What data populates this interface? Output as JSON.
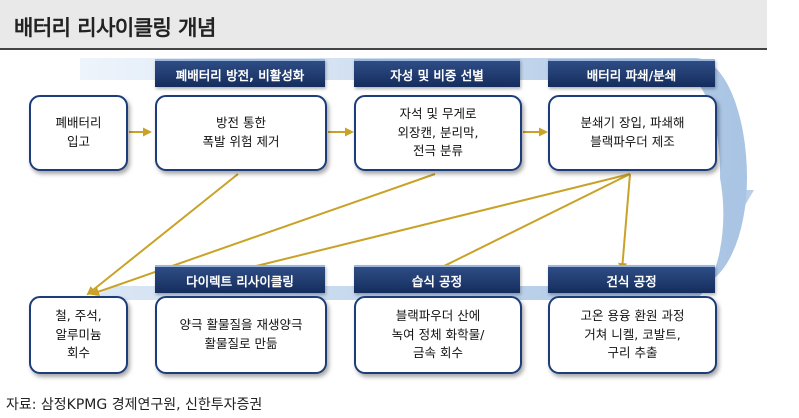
{
  "title": "배터리 리사이클링 개념",
  "stage_labels": {
    "discharge": "폐배터리 방전, 비활성화",
    "magnetic": "자성 및 비중 선별",
    "crushing": "배터리 파쇄/분쇄",
    "direct": "다이렉트 리사이클링",
    "wet": "습식 공정",
    "dry": "건식 공정"
  },
  "boxes": {
    "input": "폐배터리\n입고",
    "discharge": "방전 통한\n폭발 위험 제거",
    "magnetic": "자석 및 무게로\n외장캔, 분리막,\n전극 분류",
    "crushing": "분쇄기 장입, 파쇄해\n블랙파우더 제조",
    "recovery": "철, 주석,\n알루미늄\n회수",
    "direct": "양극 활물질을 재생양극\n활물질로 만듦",
    "wet": "블랙파우더 산에\n녹여 정체 화학물/\n금속 회수",
    "dry": "고온 용융 환원 과정\n거쳐 니켈, 코발트,\n구리 추출"
  },
  "colors": {
    "arrow": "#c9a227",
    "box_border": "#1d3d7a",
    "label_bg": "#1f3c74",
    "band": "#b5cde8"
  },
  "source": "자료: 삼정KPMG 경제연구원, 신한투자증권"
}
